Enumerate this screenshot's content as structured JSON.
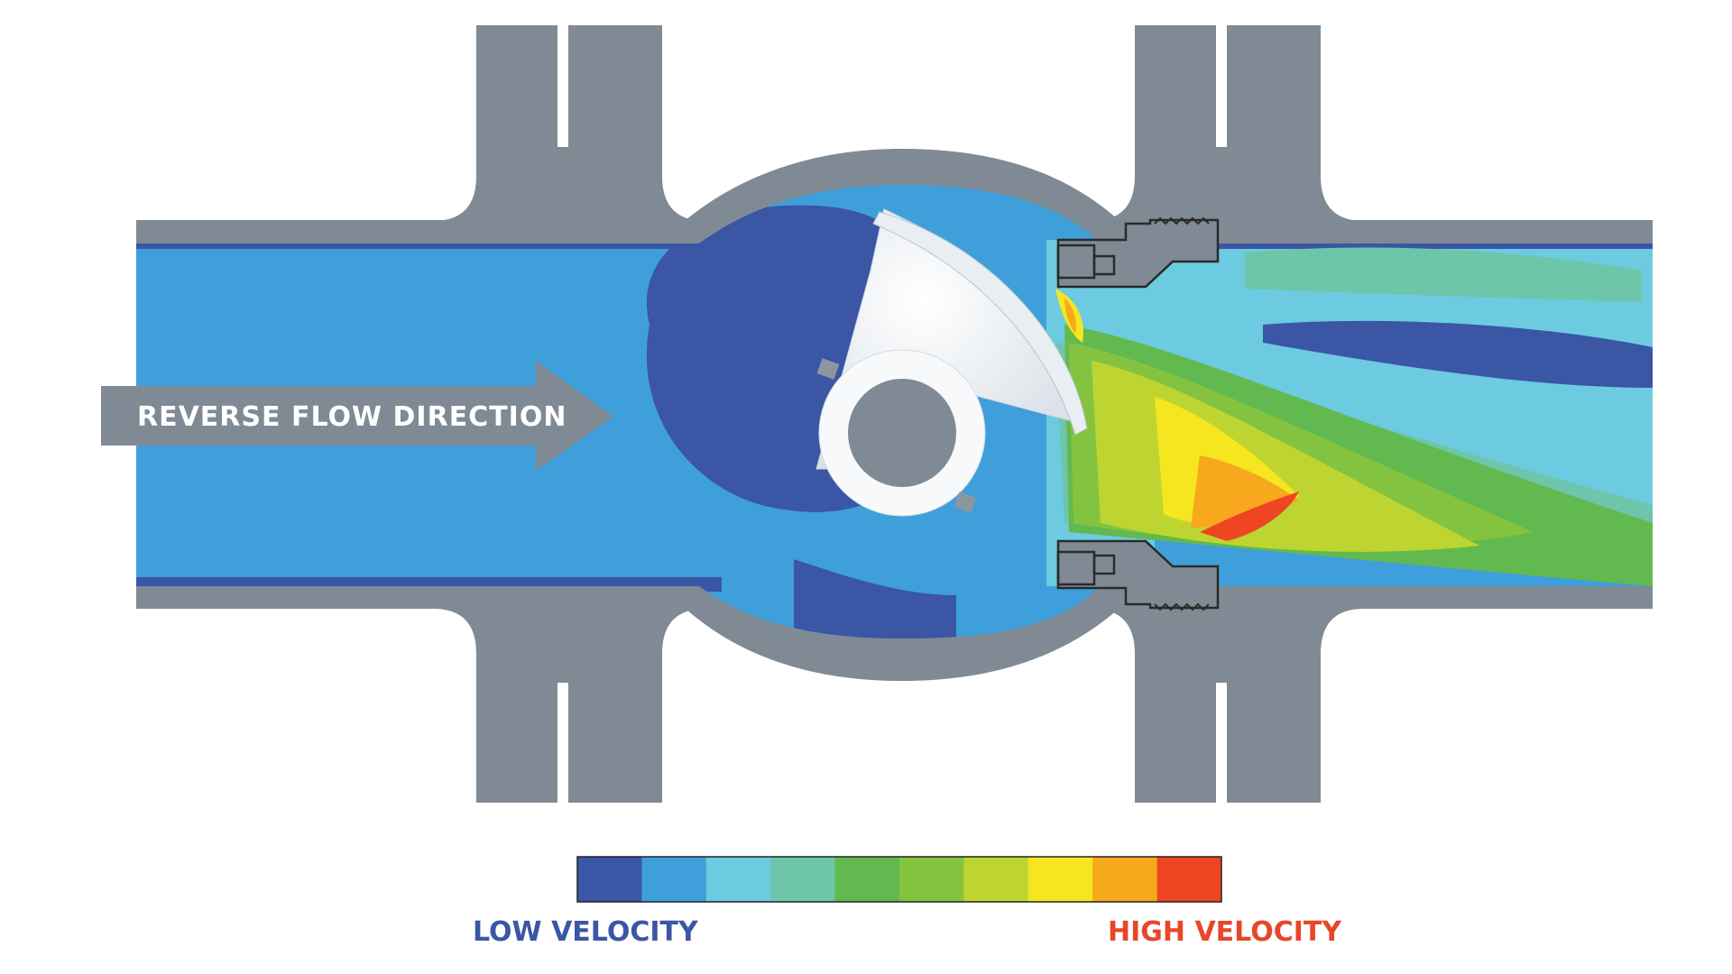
{
  "labels": {
    "flow_direction": "REVERSE FLOW DIRECTION",
    "low": "LOW VELOCITY",
    "high": "HIGH VELOCITY"
  },
  "colors": {
    "body": "#7f8a94",
    "white": "#ffffff",
    "disc": "#f2f5f8",
    "low_label": "#3a56a5",
    "high_label": "#e8462a",
    "flow_arrow": "#7f8a94",
    "outline": "#2a2a2a"
  },
  "velocity_scale": [
    "#3a56a5",
    "#3f9fda",
    "#6ccbe0",
    "#6dc6a9",
    "#62b94f",
    "#84c340",
    "#bed531",
    "#f5e620",
    "#f7a81d",
    "#ee4623"
  ]
}
